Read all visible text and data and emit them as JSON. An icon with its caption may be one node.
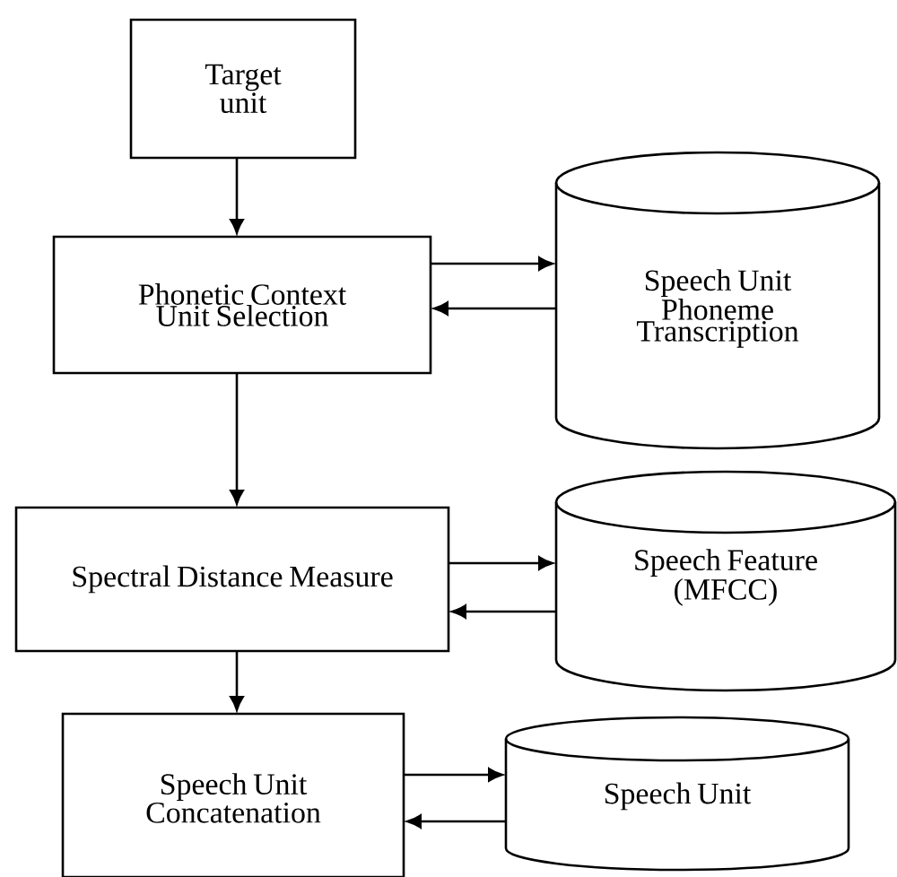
{
  "diagram": {
    "nodes": [
      {
        "text": [
          "Target unit"
        ]
      },
      {
        "text": [
          "Phonetic Context Unit Selection"
        ]
      },
      {
        "text": [
          "Speech Unit Phoneme Transcription"
        ]
      },
      {
        "text": [
          "Spectral Distance Measure"
        ]
      },
      {
        "text": [
          "Speech Feature (MFCC)"
        ]
      },
      {
        "text": [
          "Speech Unit Concatenation"
        ]
      },
      {
        "text": [
          "Speech Unit"
        ]
      }
    ],
    "edges": [
      {
        "from": 0,
        "to": 1,
        "arrow": "to"
      },
      {
        "from": 1,
        "to": 2,
        "arrow": "to"
      },
      {
        "from": 2,
        "to": 1,
        "arrow": "to"
      },
      {
        "from": 1,
        "to": 3,
        "arrow": "to"
      },
      {
        "from": 3,
        "to": 4,
        "arrow": "to"
      },
      {
        "from": 4,
        "to": 3,
        "arrow": "to"
      },
      {
        "from": 3,
        "to": 5,
        "arrow": "to"
      },
      {
        "from": 5,
        "to": 6,
        "arrow": "to"
      },
      {
        "from": 6,
        "to": 5,
        "arrow": "to"
      }
    ]
  }
}
